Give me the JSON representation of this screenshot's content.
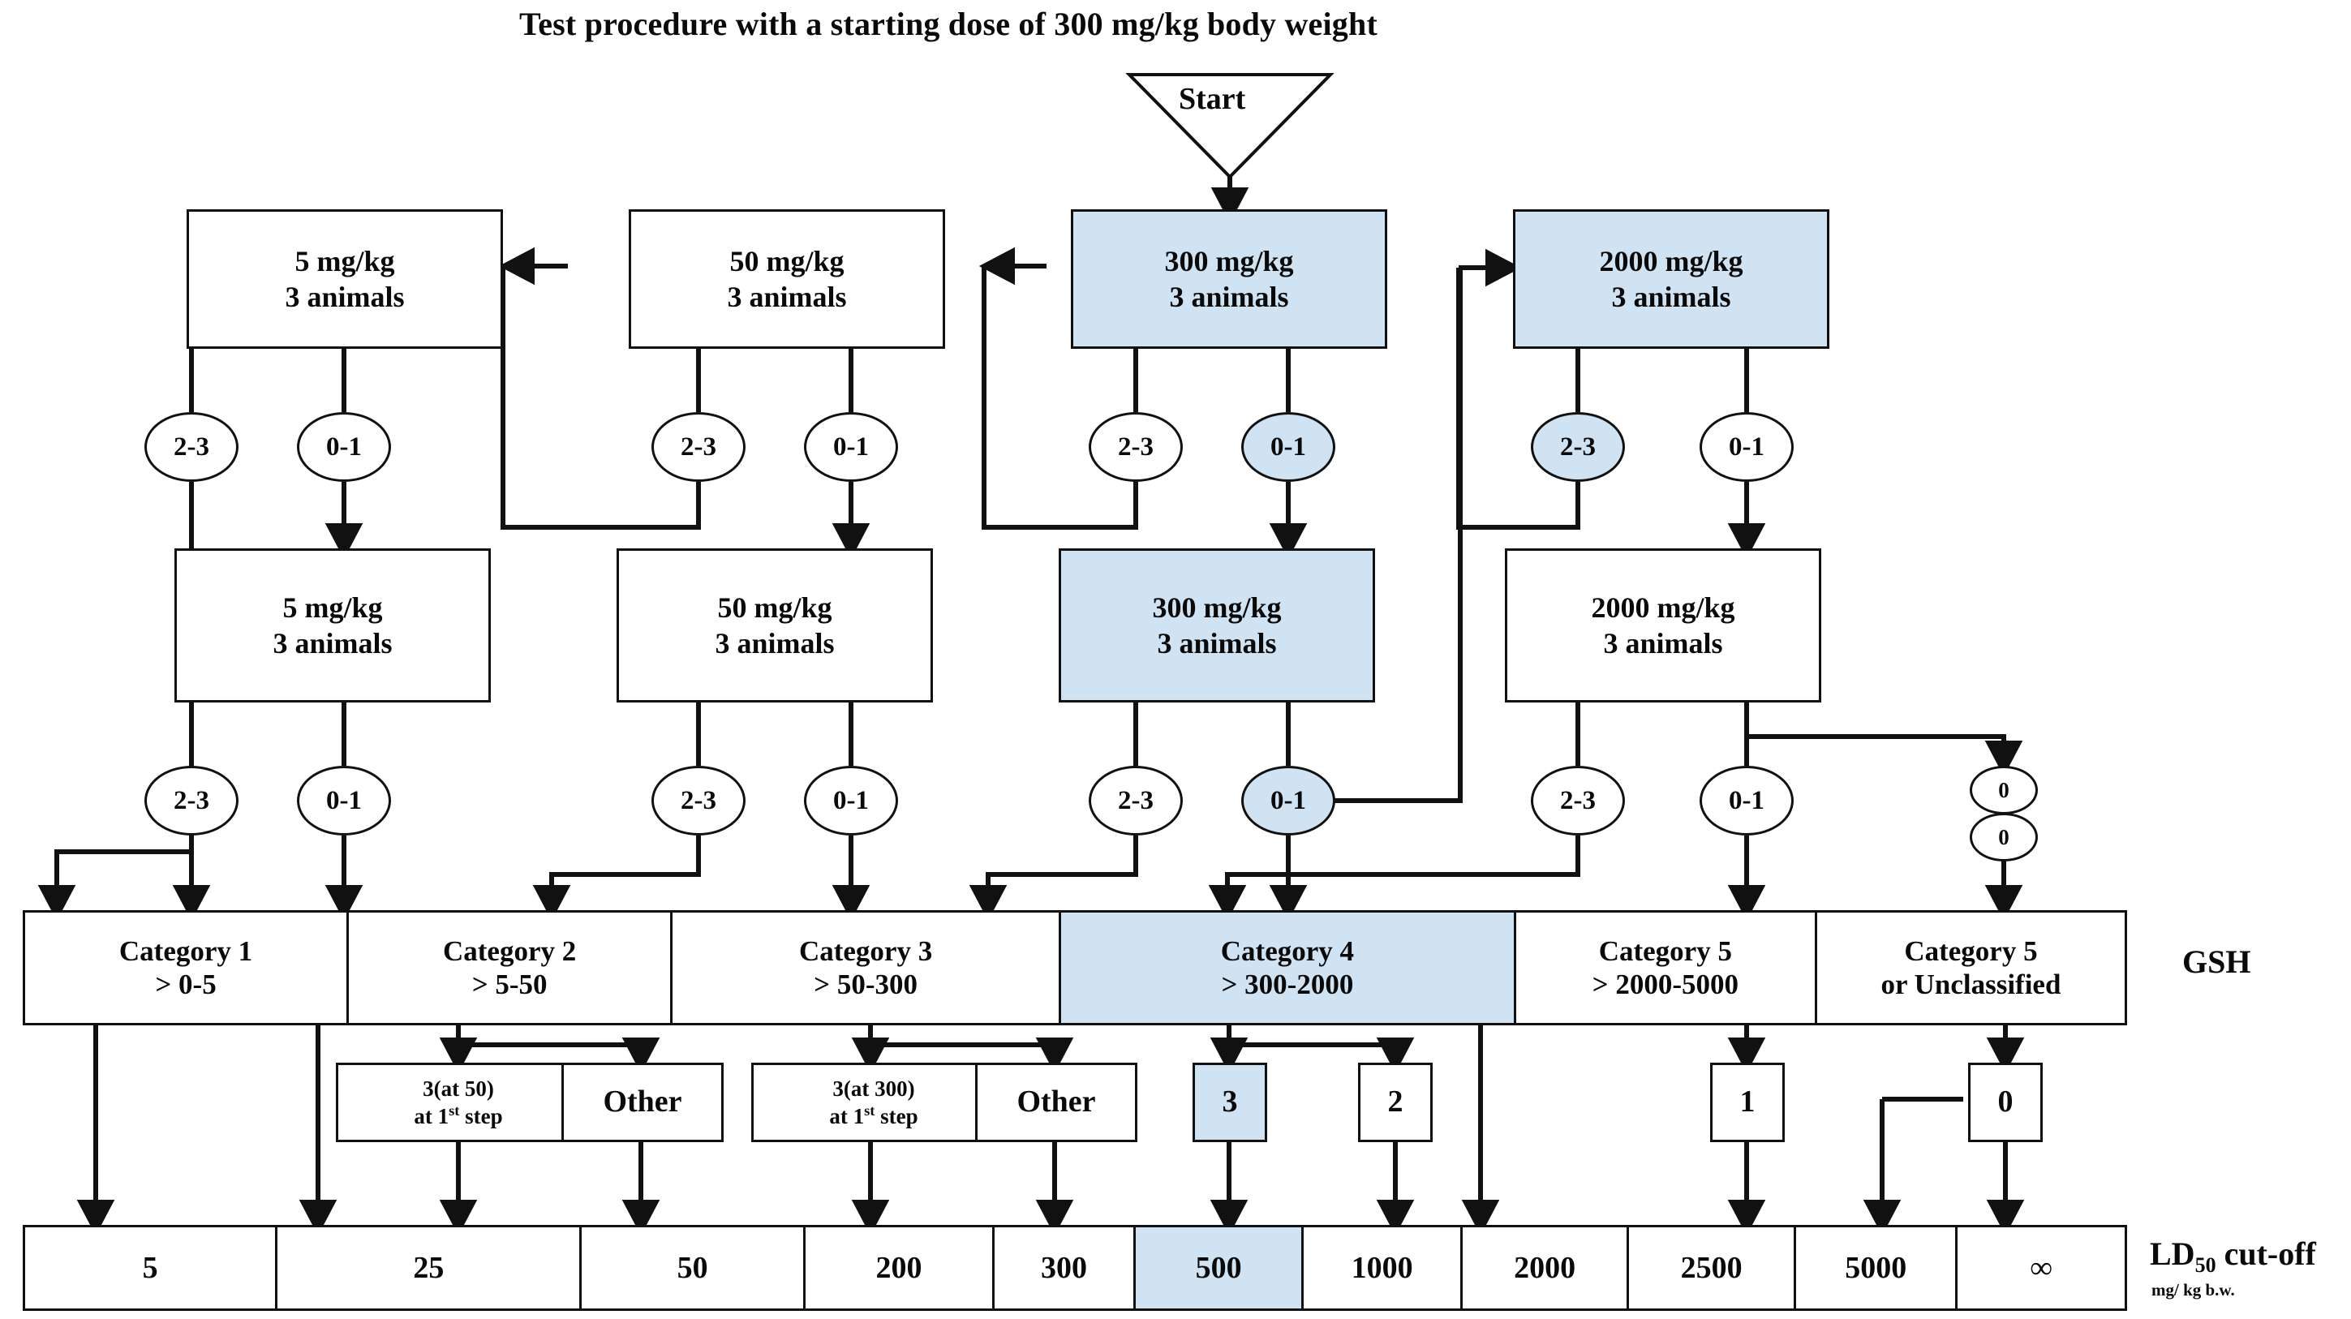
{
  "title": "Test procedure with a starting dose of 300 mg/kg body weight",
  "start": {
    "label": "Start",
    "shape": "inverted-triangle"
  },
  "colors": {
    "highlight": "#cfe3f2",
    "line": "#111111",
    "text": "#0a0a0a"
  },
  "dose_row_1": [
    {
      "dose": "5 mg/kg",
      "animals": "3 animals",
      "highlight": false
    },
    {
      "dose": "50 mg/kg",
      "animals": "3 animals",
      "highlight": false
    },
    {
      "dose": "300 mg/kg",
      "animals": "3 animals",
      "highlight": true
    },
    {
      "dose": "2000 mg/kg",
      "animals": "3 animals",
      "highlight": true
    }
  ],
  "outcome_row_1": [
    {
      "label": "2-3",
      "highlight": false
    },
    {
      "label": "0-1",
      "highlight": false
    },
    {
      "label": "2-3",
      "highlight": false
    },
    {
      "label": "0-1",
      "highlight": false
    },
    {
      "label": "2-3",
      "highlight": false
    },
    {
      "label": "0-1",
      "highlight": true
    },
    {
      "label": "2-3",
      "highlight": true
    },
    {
      "label": "0-1",
      "highlight": false
    }
  ],
  "dose_row_2": [
    {
      "dose": "5 mg/kg",
      "animals": "3 animals",
      "highlight": false
    },
    {
      "dose": "50 mg/kg",
      "animals": "3 animals",
      "highlight": false
    },
    {
      "dose": "300 mg/kg",
      "animals": "3 animals",
      "highlight": true
    },
    {
      "dose": "2000 mg/kg",
      "animals": "3 animals",
      "highlight": false
    }
  ],
  "outcome_row_2": [
    {
      "label": "2-3",
      "highlight": false
    },
    {
      "label": "0-1",
      "highlight": false
    },
    {
      "label": "2-3",
      "highlight": false
    },
    {
      "label": "0-1",
      "highlight": false
    },
    {
      "label": "2-3",
      "highlight": false
    },
    {
      "label": "0-1",
      "highlight": true
    },
    {
      "label": "2-3",
      "highlight": false
    },
    {
      "label": "0-1",
      "highlight": false
    }
  ],
  "zero_ovals": [
    {
      "label": "0"
    },
    {
      "label": "0"
    }
  ],
  "categories": [
    {
      "name": "Category 1",
      "range": "> 0-5",
      "highlight": false
    },
    {
      "name": "Category 2",
      "range": "> 5-50",
      "highlight": false
    },
    {
      "name": "Category 3",
      "range": "> 50-300",
      "highlight": false
    },
    {
      "name": "Category 4",
      "range": "> 300-2000",
      "highlight": true
    },
    {
      "name": "Category 5",
      "range": "> 2000-5000",
      "highlight": false
    },
    {
      "name": "Category 5",
      "range": "or Unclassified",
      "highlight": false
    }
  ],
  "gsh_label": "GSH",
  "detail_boxes": [
    {
      "line1": "3(at 50)",
      "line2": "at 1st step",
      "sup": "st",
      "highlight": false
    },
    {
      "line1": "Other",
      "line2": "",
      "sup": "",
      "highlight": false
    },
    {
      "line1": "3(at 300)",
      "line2": "at 1st step",
      "sup": "st",
      "highlight": false
    },
    {
      "line1": "Other",
      "line2": "",
      "sup": "",
      "highlight": false
    },
    {
      "line1": "3",
      "line2": "",
      "sup": "",
      "highlight": true
    },
    {
      "line1": "2",
      "line2": "",
      "sup": "",
      "highlight": false
    },
    {
      "line1": "1",
      "line2": "",
      "sup": "",
      "highlight": false
    },
    {
      "line1": "0",
      "line2": "",
      "sup": "",
      "highlight": false
    }
  ],
  "ld50_cutoffs": [
    {
      "value": "5",
      "highlight": false
    },
    {
      "value": "25",
      "highlight": false
    },
    {
      "value": "50",
      "highlight": false
    },
    {
      "value": "200",
      "highlight": false
    },
    {
      "value": "300",
      "highlight": false
    },
    {
      "value": "500",
      "highlight": true
    },
    {
      "value": "1000",
      "highlight": false
    },
    {
      "value": "2000",
      "highlight": false
    },
    {
      "value": "2500",
      "highlight": false
    },
    {
      "value": "5000",
      "highlight": false
    },
    {
      "value": "∞",
      "highlight": false
    }
  ],
  "ld50_label_main": "LD",
  "ld50_label_sub": "50",
  "ld50_label_rest": " cut-off",
  "ld50_label_unit": "mg/ kg b.w."
}
